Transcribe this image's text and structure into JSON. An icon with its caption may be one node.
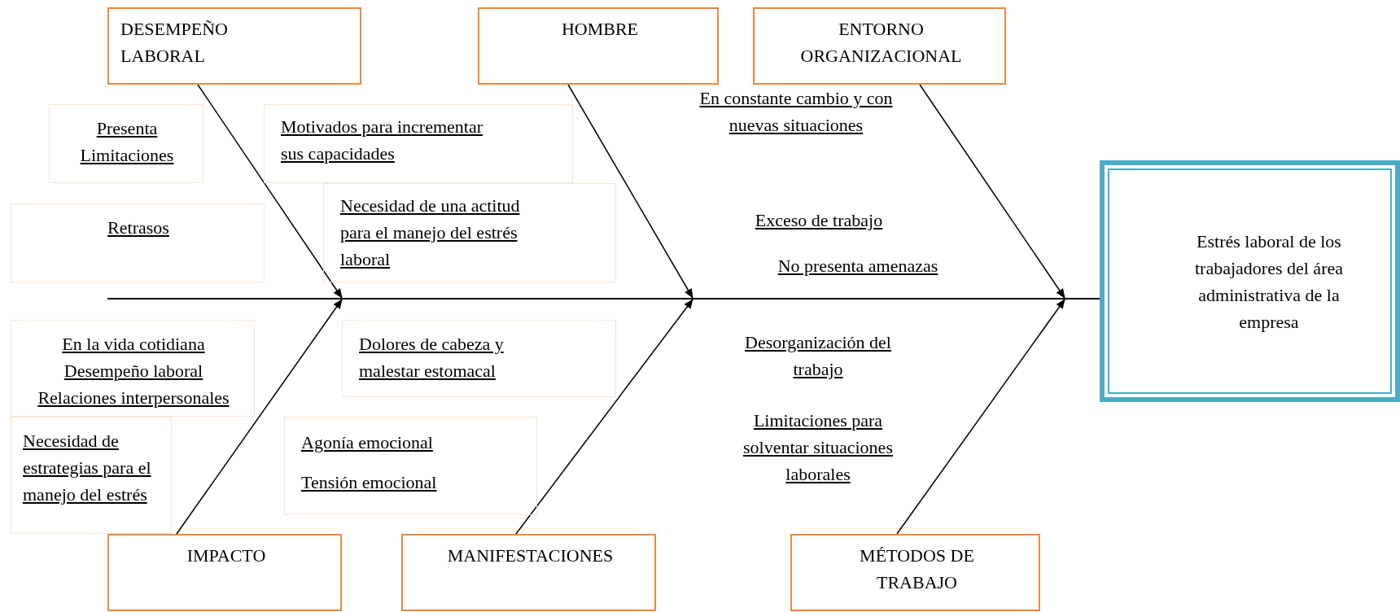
{
  "diagram": {
    "nodes": [
      {
        "text": [
          "DESEMPEÑO LABORAL"
        ]
      },
      {
        "text": [
          "HOMBRE"
        ]
      },
      {
        "text": [
          "ENTORNO ORGANIZACIONAL"
        ]
      },
      {
        "text": [
          "Estrés laboral de los trabajadores del área administrativa de la empresa"
        ]
      },
      {
        "text": [
          "Presenta Limitaciones"
        ]
      },
      {
        "text": [
          "Motivados para incrementar sus capacidades"
        ]
      },
      {
        "text": [
          "Retrasos"
        ]
      },
      {
        "text": [
          "Necesidad de una actitud para el manejo del estrés laboral"
        ]
      },
      {
        "text": [
          "En la vida cotidiana",
          "Desempeño laboral",
          "Relaciones interpersonales"
        ]
      },
      {
        "text": [
          "Dolores de cabeza y malestar estomacal"
        ]
      },
      {
        "text": [
          "Necesidad de estrategias para el manejo del estrés"
        ]
      },
      {
        "text": [
          "Agonía emocional",
          "Tensión emocional"
        ]
      },
      {
        "text": [
          "IMPACTO"
        ]
      },
      {
        "text": [
          "MANIFESTACIONES"
        ]
      },
      {
        "text": [
          "MÉTODOS DE TRABAJO"
        ]
      },
      {
        "text": [],
        "shape": "line"
      }
    ],
    "edges": [
      {
        "from": 0,
        "to": 15,
        "arrow": "to"
      },
      {
        "from": 1,
        "to": 15,
        "arrow": "to"
      },
      {
        "from": 2,
        "to": 15,
        "arrow": "to"
      },
      {
        "from": 12,
        "to": 15,
        "arrow": "to"
      },
      {
        "from": 13,
        "to": 15,
        "arrow": "to"
      },
      {
        "from": 14,
        "to": 15,
        "arrow": "to"
      }
    ],
    "labels": [
      "En constante cambio y con nuevas situaciones",
      "Exceso de trabajo",
      "No presenta amenazas",
      "Desorganización del trabajo",
      "Limitaciones para solventar situaciones laborales"
    ]
  }
}
